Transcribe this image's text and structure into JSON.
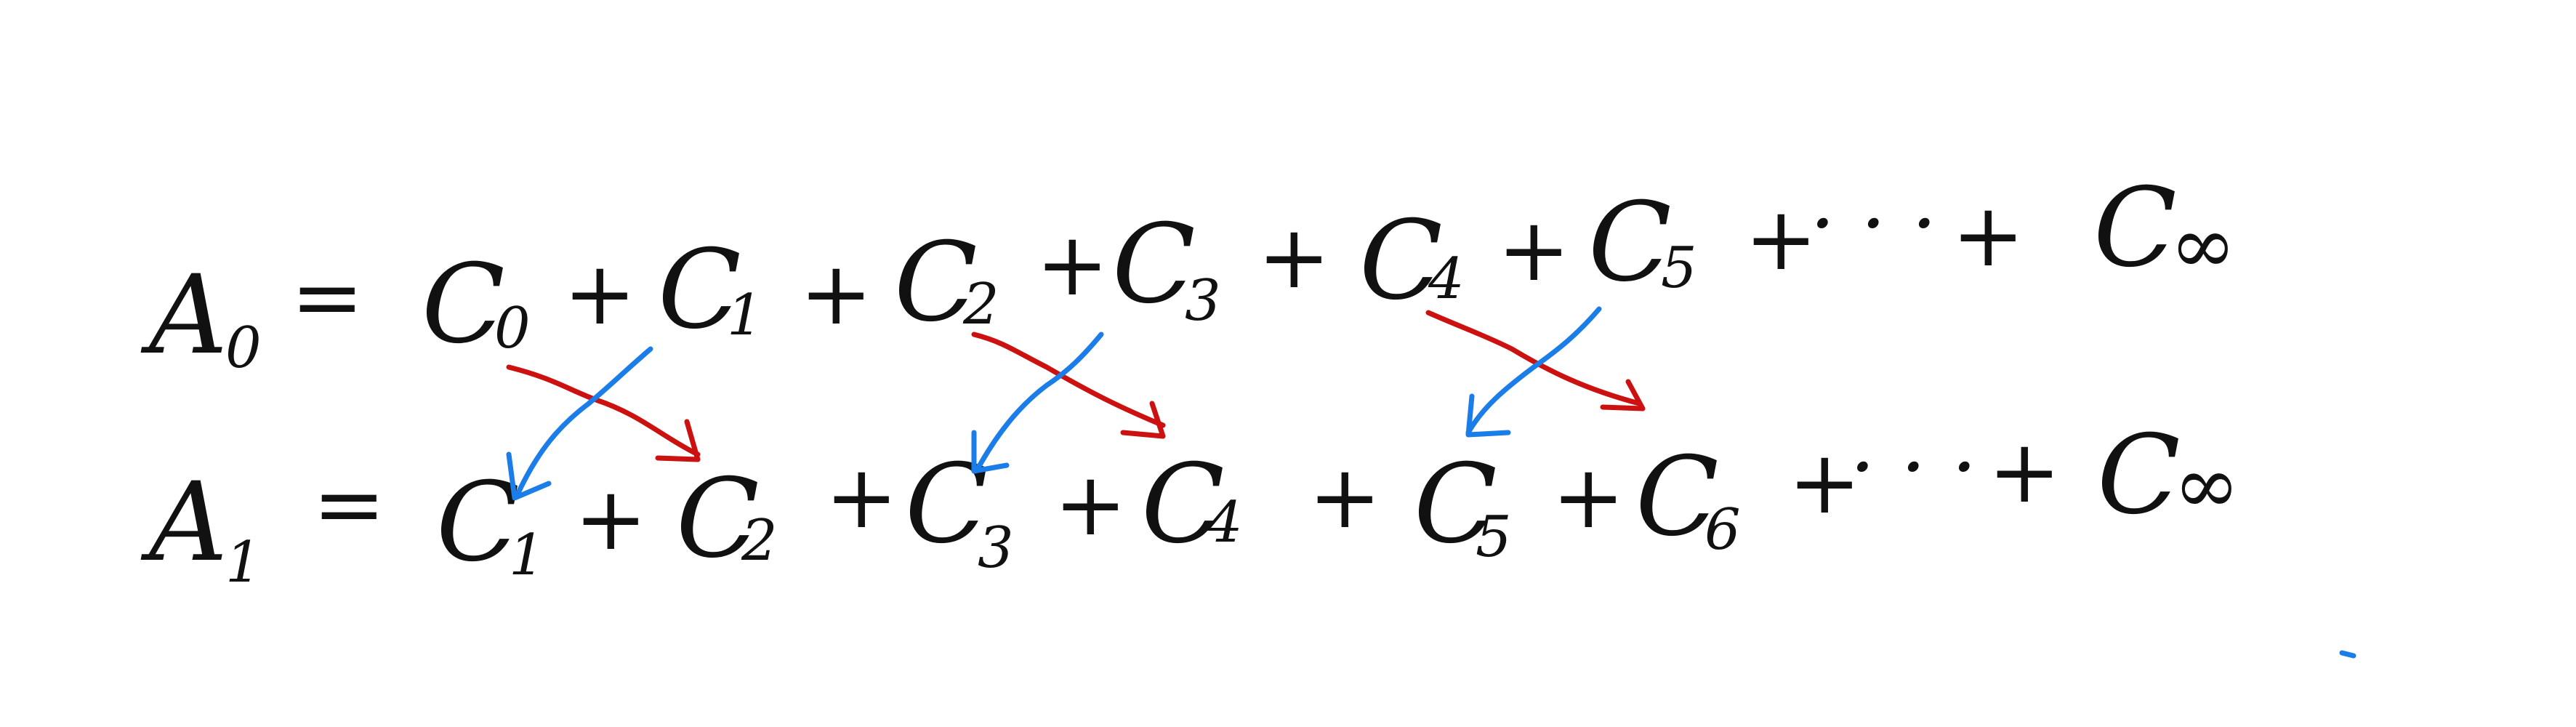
{
  "colors": {
    "ink": "#111111",
    "red_arrow": "#cc1111",
    "blue_arrow": "#1a7de8",
    "background": "#ffffff"
  },
  "row0": {
    "lhs_base": "A",
    "lhs_sub": "0",
    "equals": "=",
    "terms": [
      {
        "base": "C",
        "sub": "0"
      },
      {
        "base": "C",
        "sub": "1"
      },
      {
        "base": "C",
        "sub": "2"
      },
      {
        "base": "C",
        "sub": "3"
      },
      {
        "base": "C",
        "sub": "4"
      },
      {
        "base": "C",
        "sub": "5"
      }
    ],
    "plus": "+",
    "dots": "· · ·",
    "last_base": "C",
    "last_sub": "∞"
  },
  "row1": {
    "lhs_base": "A",
    "lhs_sub": "1",
    "equals": "=",
    "terms": [
      {
        "base": "C",
        "sub": "1"
      },
      {
        "base": "C",
        "sub": "2"
      },
      {
        "base": "C",
        "sub": "3"
      },
      {
        "base": "C",
        "sub": "4"
      },
      {
        "base": "C",
        "sub": "5"
      },
      {
        "base": "C",
        "sub": "6"
      }
    ],
    "plus": "+",
    "dots": "· · ·",
    "last_base": "C",
    "last_sub": "∞"
  }
}
